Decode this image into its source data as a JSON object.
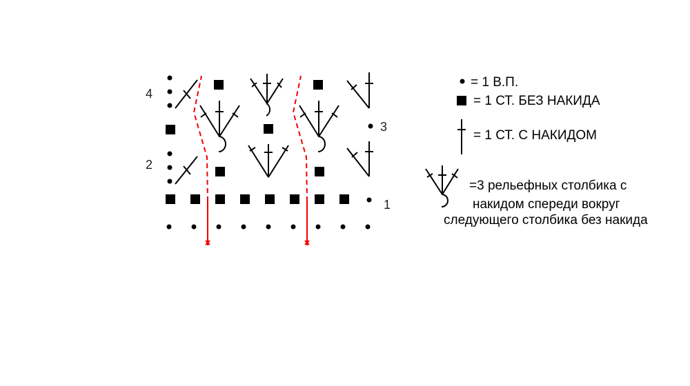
{
  "diagram": {
    "row_labels": [
      "1",
      "2",
      "3",
      "4"
    ],
    "colors": {
      "ink": "#000000",
      "repeat_line": "#ee0000"
    }
  },
  "legend": {
    "chain": "= 1 В.П.",
    "single_crochet": "= 1 СТ. БЕЗ НАКИДА",
    "double_crochet": "= 1 СТ. С НАКИДОМ",
    "relief_group": [
      "=3 рельефных столбика с",
      "накидом спереди вокруг",
      "следующего столбика без накида"
    ]
  }
}
